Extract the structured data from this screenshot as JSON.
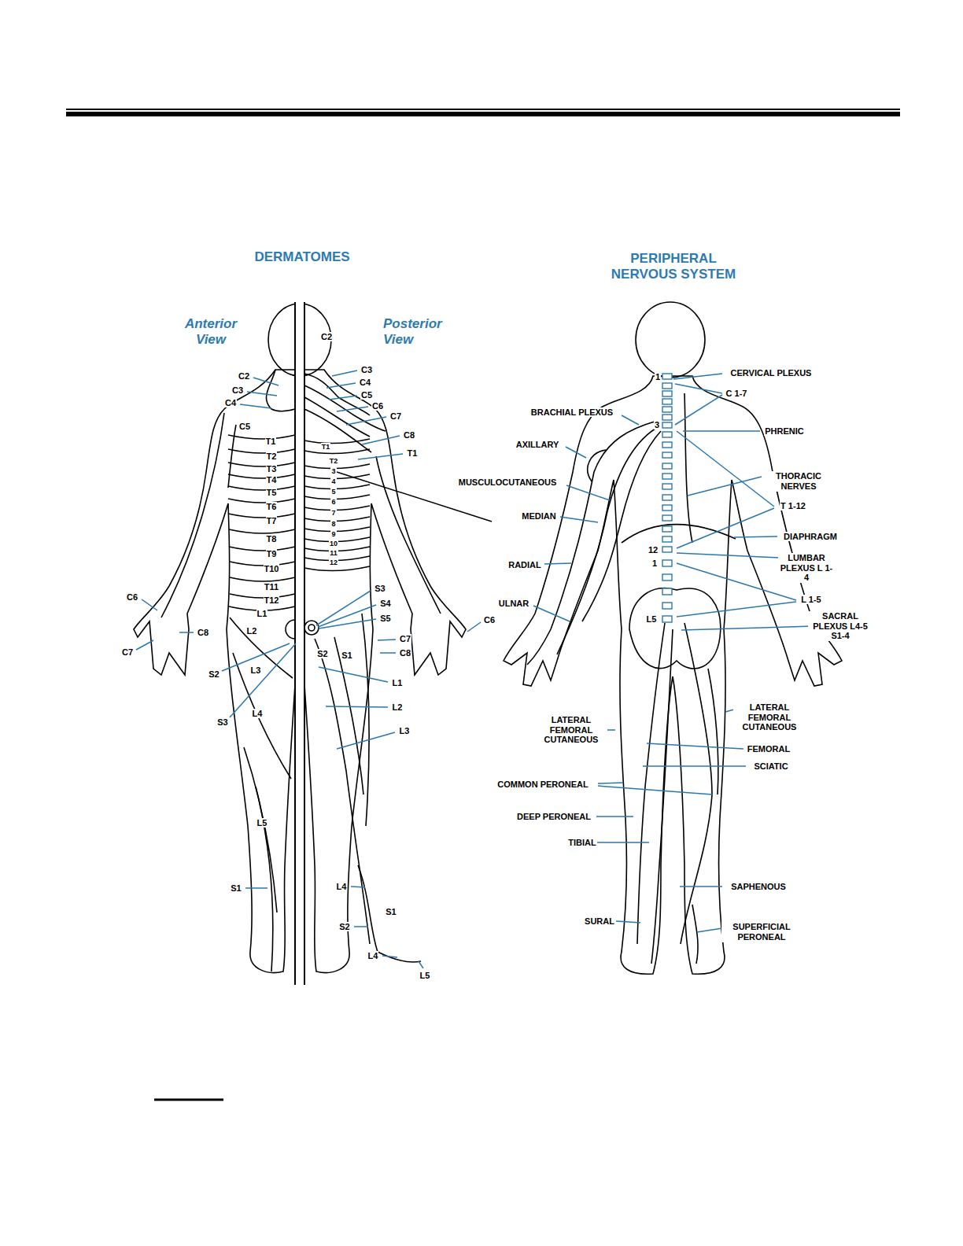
{
  "diagram": {
    "labels": [
      "DERMATOMES",
      "PERIPHERAL NERVOUS SYSTEM",
      "Anterior View",
      "Posterior View",
      "C2",
      "C3",
      "C4",
      "C5",
      "T1",
      "T2",
      "T3",
      "T4",
      "T5",
      "T6",
      "T7",
      "T8",
      "T9",
      "T10",
      "T11",
      "T12",
      "L1",
      "L2",
      "L3",
      "L4",
      "L5",
      "S1",
      "C6",
      "C7",
      "C8",
      "S2",
      "S3",
      "C2",
      "C3",
      "C4",
      "C5",
      "C6",
      "C7",
      "C8",
      "T1",
      "T1",
      "T2",
      "3",
      "4",
      "5",
      "6",
      "7",
      "8",
      "9",
      "10",
      "11",
      "12",
      "S3",
      "S4",
      "S5",
      "S2",
      "S1",
      "L1",
      "L2",
      "L3",
      "C7",
      "C8",
      "C6",
      "L4",
      "S1",
      "S2",
      "L4",
      "L5",
      "CERVICAL PLEXUS",
      "C 1-7",
      "1",
      "3",
      "BRACHIAL PLEXUS",
      "PHRENIC",
      "AXILLARY",
      "MUSCULOCUTANEOUS",
      "THORACIC NERVES",
      "T 1-12",
      "MEDIAN",
      "DIAPHRAGM",
      "12",
      "LUMBAR PLEXUS L 1-4",
      "RADIAL",
      "1",
      "L 1-5",
      "ULNAR",
      "L5",
      "SACRAL PLEXUS L4-5 S1-4",
      "LATERAL FEMORAL CUTANEOUS",
      "LATERAL FEMORAL CUTANEOUS",
      "FEMORAL",
      "SCIATIC",
      "COMMON PERONEAL",
      "DEEP PERONEAL",
      "TIBIAL",
      "SAPHENOUS",
      "SURAL",
      "SUPERFICIAL PERONEAL"
    ]
  }
}
